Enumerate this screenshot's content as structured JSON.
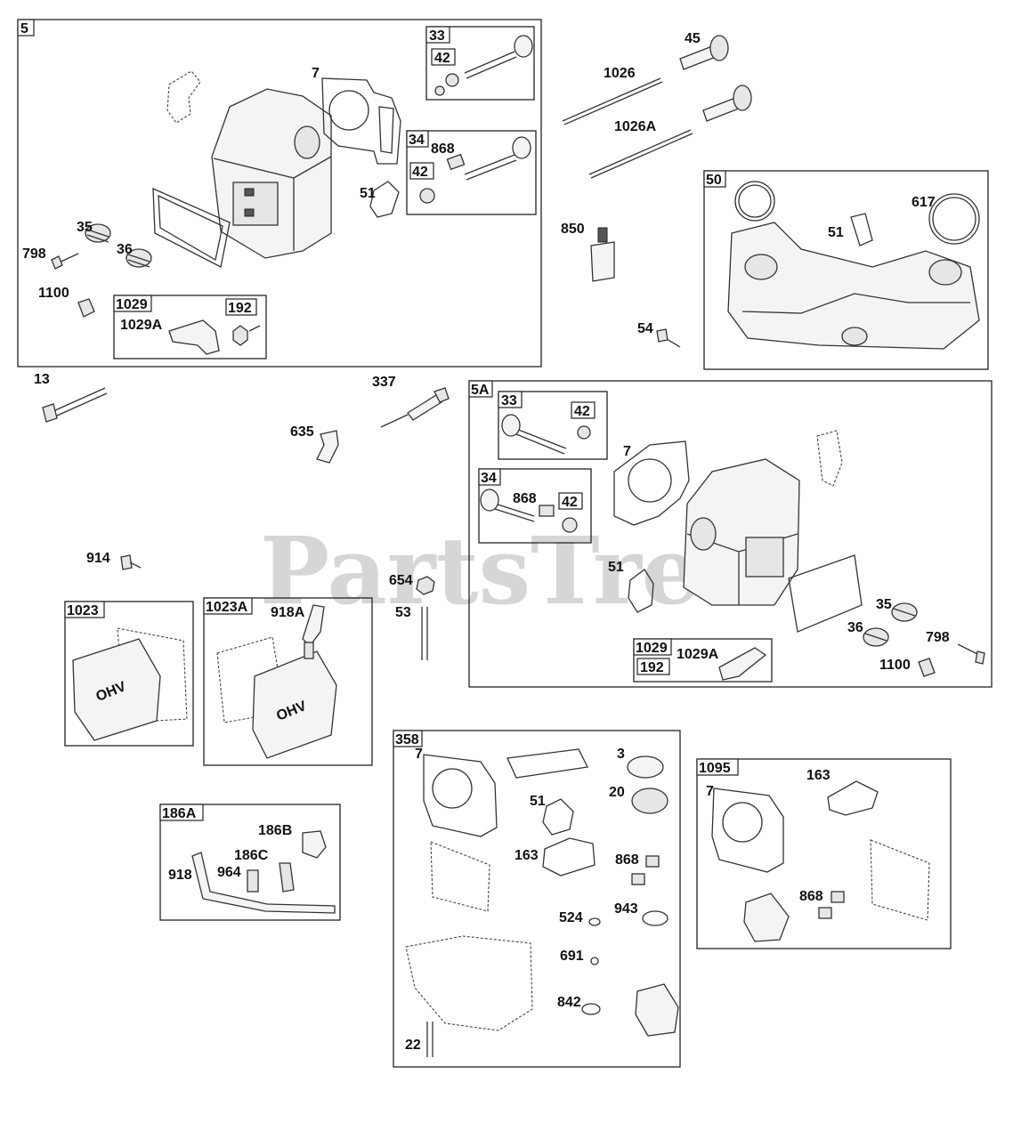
{
  "watermark": "PartsTree",
  "assemblies": {
    "head_main": "5",
    "head_5a": "5A",
    "exhaust": "50",
    "valve_33": "33",
    "valve_34": "34",
    "keeper_42": "42",
    "rocker_1029": "1029",
    "nut_192": "192",
    "cover_1023": "1023",
    "cover_1023a": "1023A",
    "breather_186a": "186A",
    "kit_358": "358",
    "kit_1095": "1095"
  },
  "labels": {
    "p7": "7",
    "p35": "35",
    "p36": "36",
    "p798": "798",
    "p1100": "1100",
    "p1029a": "1029A",
    "p51": "51",
    "p868": "868",
    "p45": "45",
    "p1026": "1026",
    "p1026a": "1026A",
    "p850": "850",
    "p54": "54",
    "p617": "617",
    "p13": "13",
    "p337": "337",
    "p635": "635",
    "p914": "914",
    "p918a": "918A",
    "p654": "654",
    "p53": "53",
    "p186b": "186B",
    "p186c": "186C",
    "p918": "918",
    "p964": "964",
    "p3": "3",
    "p20": "20",
    "p163": "163",
    "p524": "524",
    "p943": "943",
    "p691": "691",
    "p842": "842",
    "p22": "22"
  },
  "cover_text": "OHV"
}
